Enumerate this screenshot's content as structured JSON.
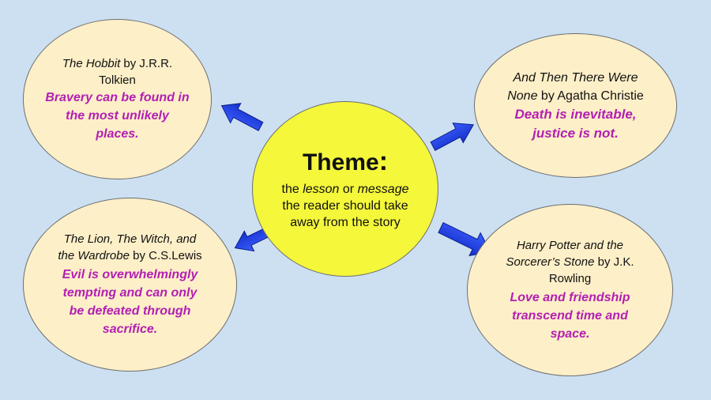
{
  "center": {
    "title": "Theme",
    "colon": ":",
    "def_1": "the ",
    "def_lesson": "lesson",
    "def_2": " or ",
    "def_message": "message",
    "def_3": " the reader should take away from the story"
  },
  "bubbles": {
    "hobbit": {
      "title": "The Hobbit",
      "by": " by J.R.R. Tolkien",
      "lesson": "Bravery can be found in the most unlikely places."
    },
    "none": {
      "title": "And Then There Were None",
      "by": " by Agatha Christie",
      "lesson": "Death is inevitable, justice is not."
    },
    "narnia": {
      "title": "The Lion, The Witch, and the Wardrobe",
      "by": " by C.S.Lewis",
      "lesson": "Evil is overwhelmingly tempting and can only be defeated through sacrifice."
    },
    "potter": {
      "title": "Harry Potter and the Sorcerer’s Stone",
      "by": " by J.K. Rowling",
      "lesson": "Love and friendship transcend time and space."
    }
  },
  "colors": {
    "background": "#cce0f2",
    "bubble_fill": "#fdefc8",
    "center_fill": "#f4f73a",
    "lesson_text": "#b31fb3",
    "arrow_fill": "#1f3fe6"
  }
}
